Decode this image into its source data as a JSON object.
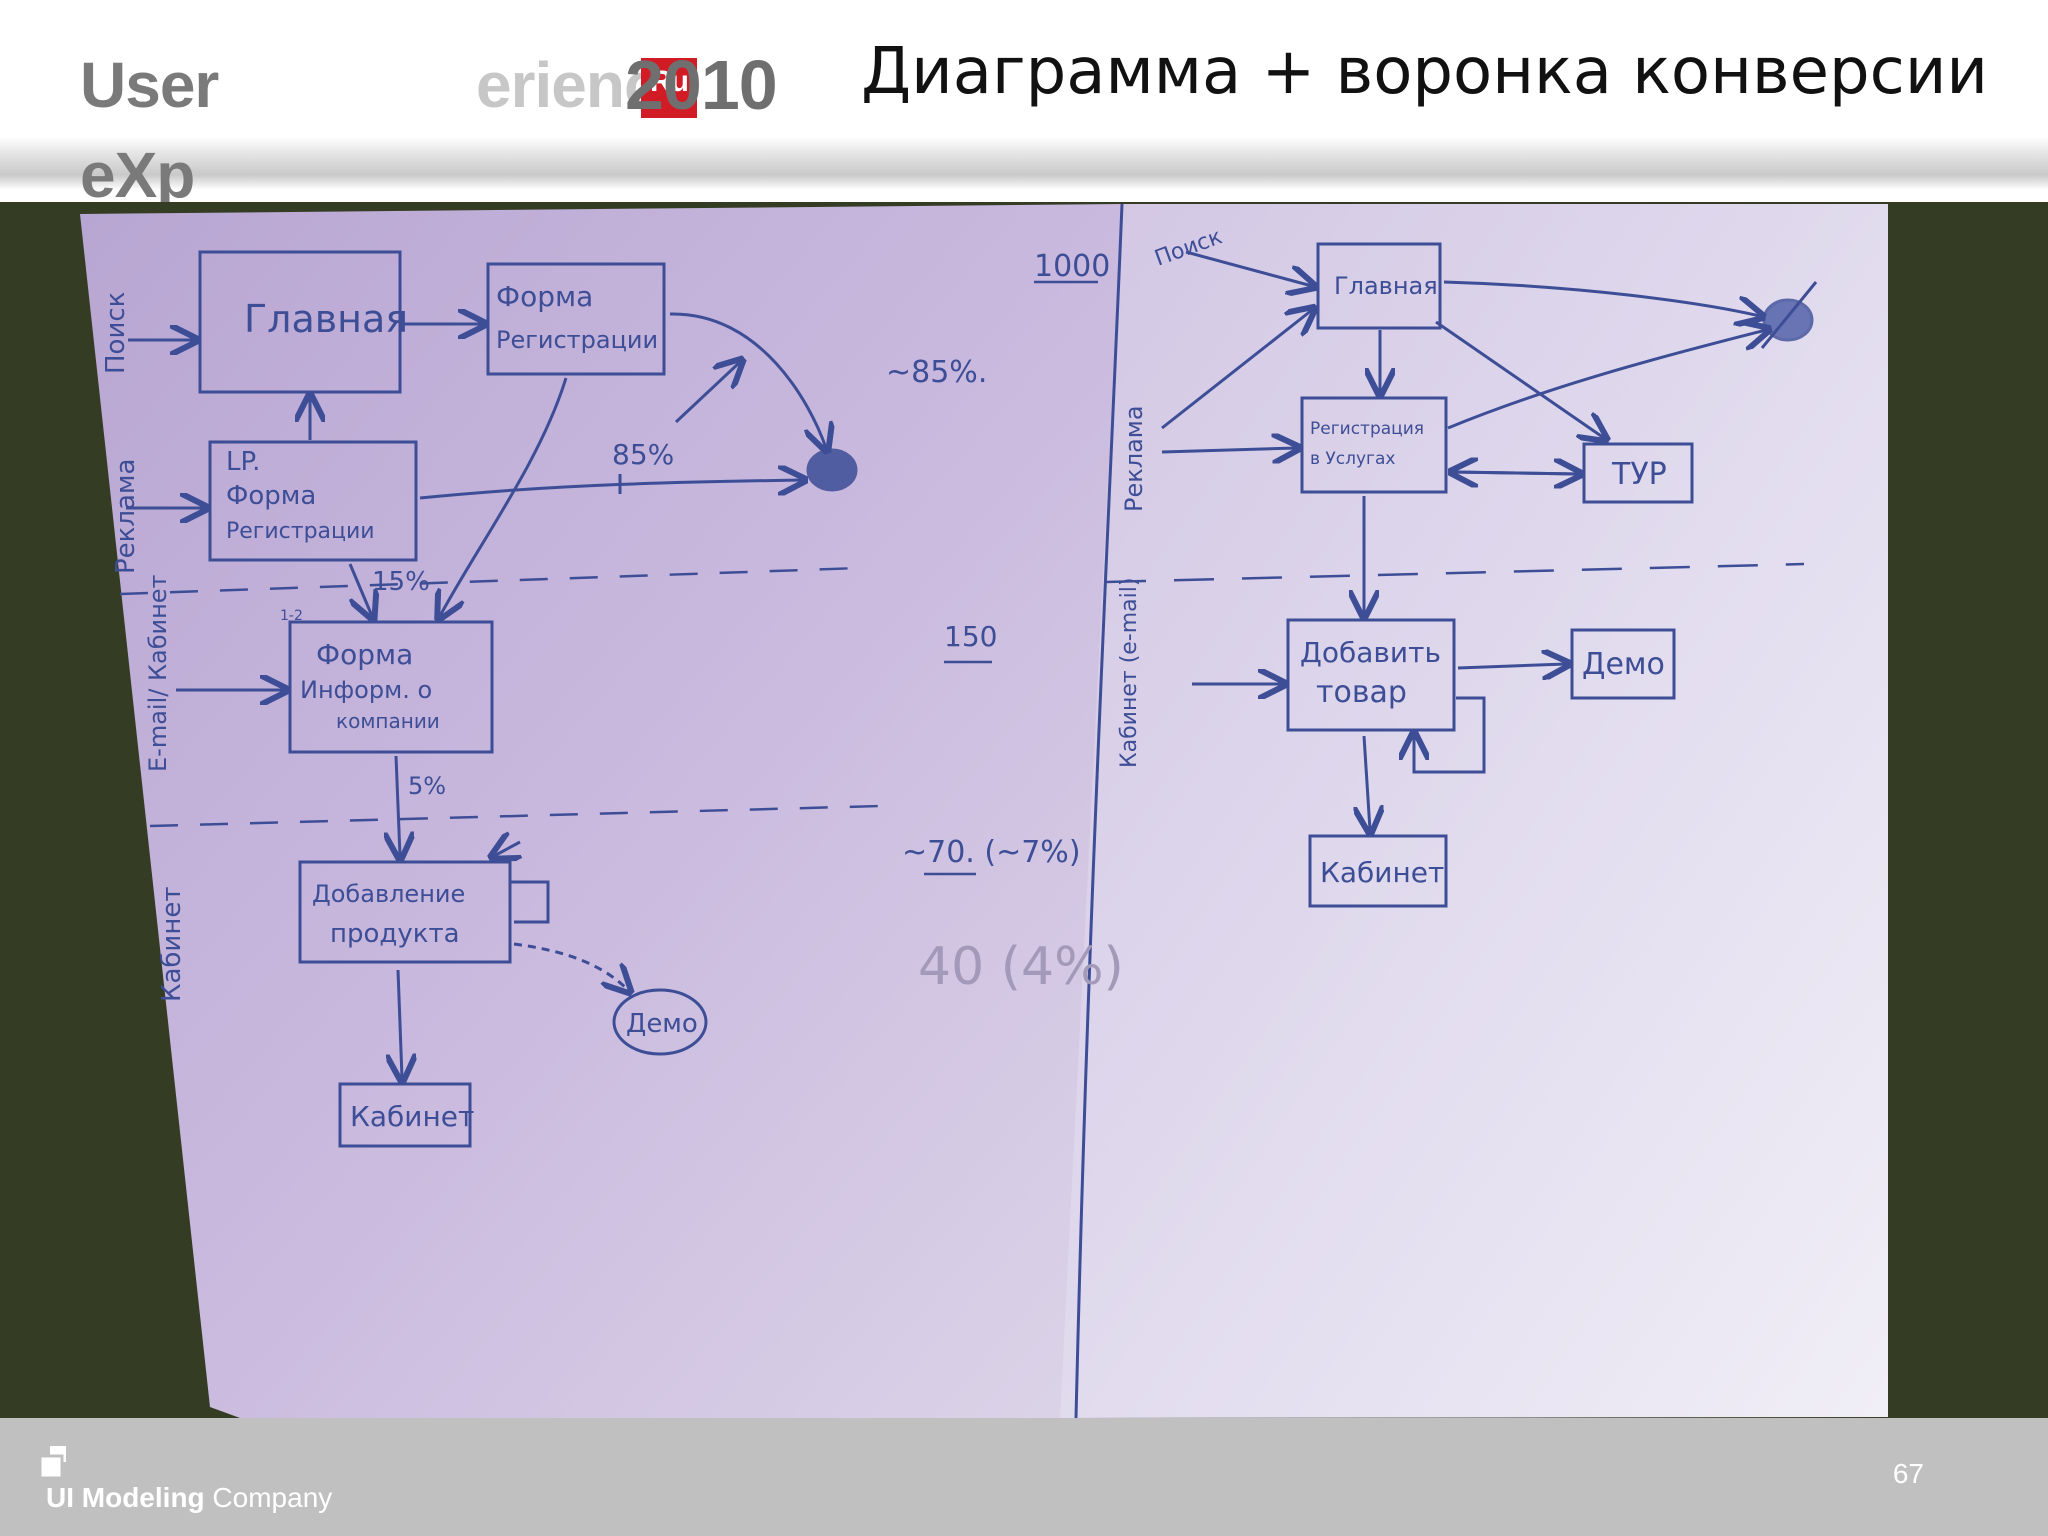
{
  "header": {
    "logo": {
      "part1": "User eXp",
      "part2": "erience",
      "badge": "Ru",
      "year": "2010"
    },
    "title": "Диаграмма + воронка конверсии"
  },
  "diagram_left": {
    "side_labels": [
      "Поиск",
      "Реклама",
      "E-mail/ Кабинет",
      "Кабинет"
    ],
    "boxes": {
      "main": "Главная",
      "reg_form": [
        "Форма",
        "Регистрации"
      ],
      "lp_form": [
        "LP.",
        "Форма",
        "Регистрации"
      ],
      "info_form": [
        "Форма",
        "Информ. о",
        "компании"
      ],
      "add_product": [
        "Добавление",
        "продукта"
      ],
      "demo": "Демо",
      "cabinet": "Кабинет"
    },
    "arrow_labels": {
      "p85": "85%",
      "p15": "15%",
      "p5": "5%",
      "small": "1-2"
    },
    "funnel": {
      "v1": "1000",
      "v2": "~85%.",
      "v3": "150",
      "v4": "~70. (~7%)",
      "v5": "40 (4%)"
    }
  },
  "diagram_right": {
    "side_labels": [
      "Поиск",
      "Реклама",
      "Кабинет (e-mail)"
    ],
    "boxes": {
      "main": "Главная",
      "reg_services": [
        "Регистрация",
        "в Услугах"
      ],
      "tour": "ТУР",
      "add_goods": [
        "Добавить",
        "товар"
      ],
      "demo": "Демо",
      "cabinet": "Кабинет"
    }
  },
  "footer": {
    "brand_bold": "UI Modeling",
    "brand_rest": " Company",
    "page_number": "67"
  },
  "colors": {
    "ink": "#3d4e97",
    "paper": "#c6b6de",
    "badge": "#d21c25",
    "footer": "#c0c0c0"
  }
}
